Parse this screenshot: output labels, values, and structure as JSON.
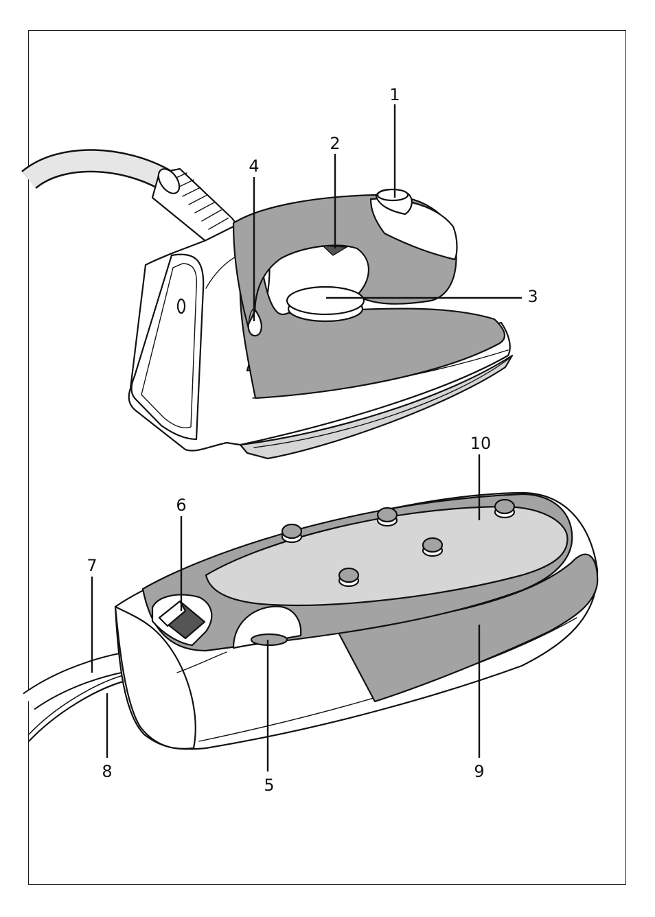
{
  "callouts": {
    "c1": "1",
    "c2": "2",
    "c3": "3",
    "c4": "4",
    "c5": "5",
    "c6": "6",
    "c7": "7",
    "c8": "8",
    "c9": "9",
    "c10": "10"
  },
  "colors": {
    "line": "#111111",
    "gray_dark": "#a3a3a3",
    "gray_light": "#d6d6d6",
    "paper": "#ffffff"
  }
}
